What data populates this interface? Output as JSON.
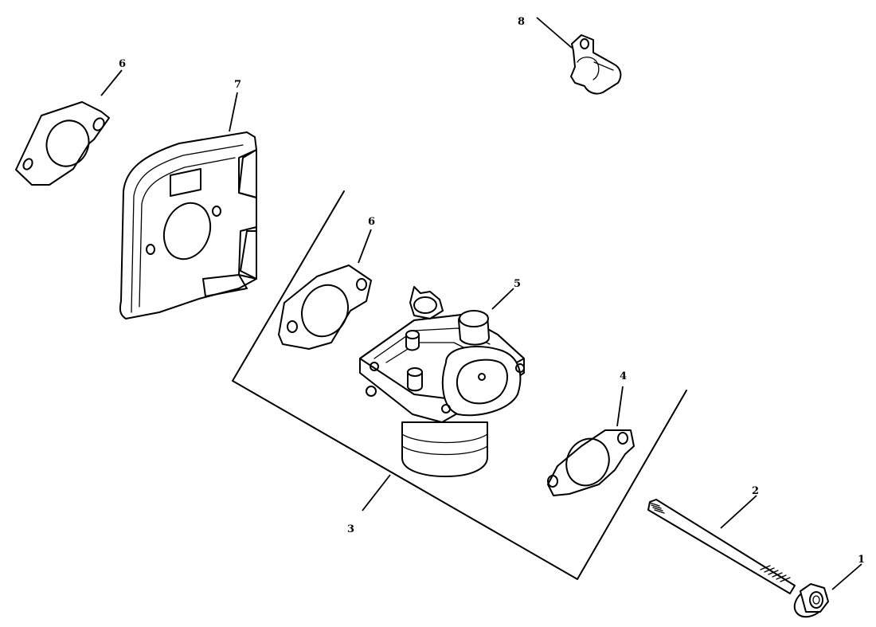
{
  "callouts": {
    "c1": "1",
    "c2": "2",
    "c3": "3",
    "c4": "4",
    "c5": "5",
    "c6a": "6",
    "c6b": "6",
    "c7": "7",
    "c8": "8"
  },
  "parts": [
    {
      "callout": "1",
      "icon": "flange-nut-icon"
    },
    {
      "callout": "2",
      "icon": "stud-bolt-icon"
    },
    {
      "callout": "3",
      "icon": "carburetor-kit-bracket"
    },
    {
      "callout": "4",
      "icon": "gasket-icon"
    },
    {
      "callout": "5",
      "icon": "carburetor-icon"
    },
    {
      "callout": "6",
      "icon": "gasket-icon"
    },
    {
      "callout": "7",
      "icon": "spacer-plate-icon"
    },
    {
      "callout": "8",
      "icon": "clip-icon"
    }
  ]
}
